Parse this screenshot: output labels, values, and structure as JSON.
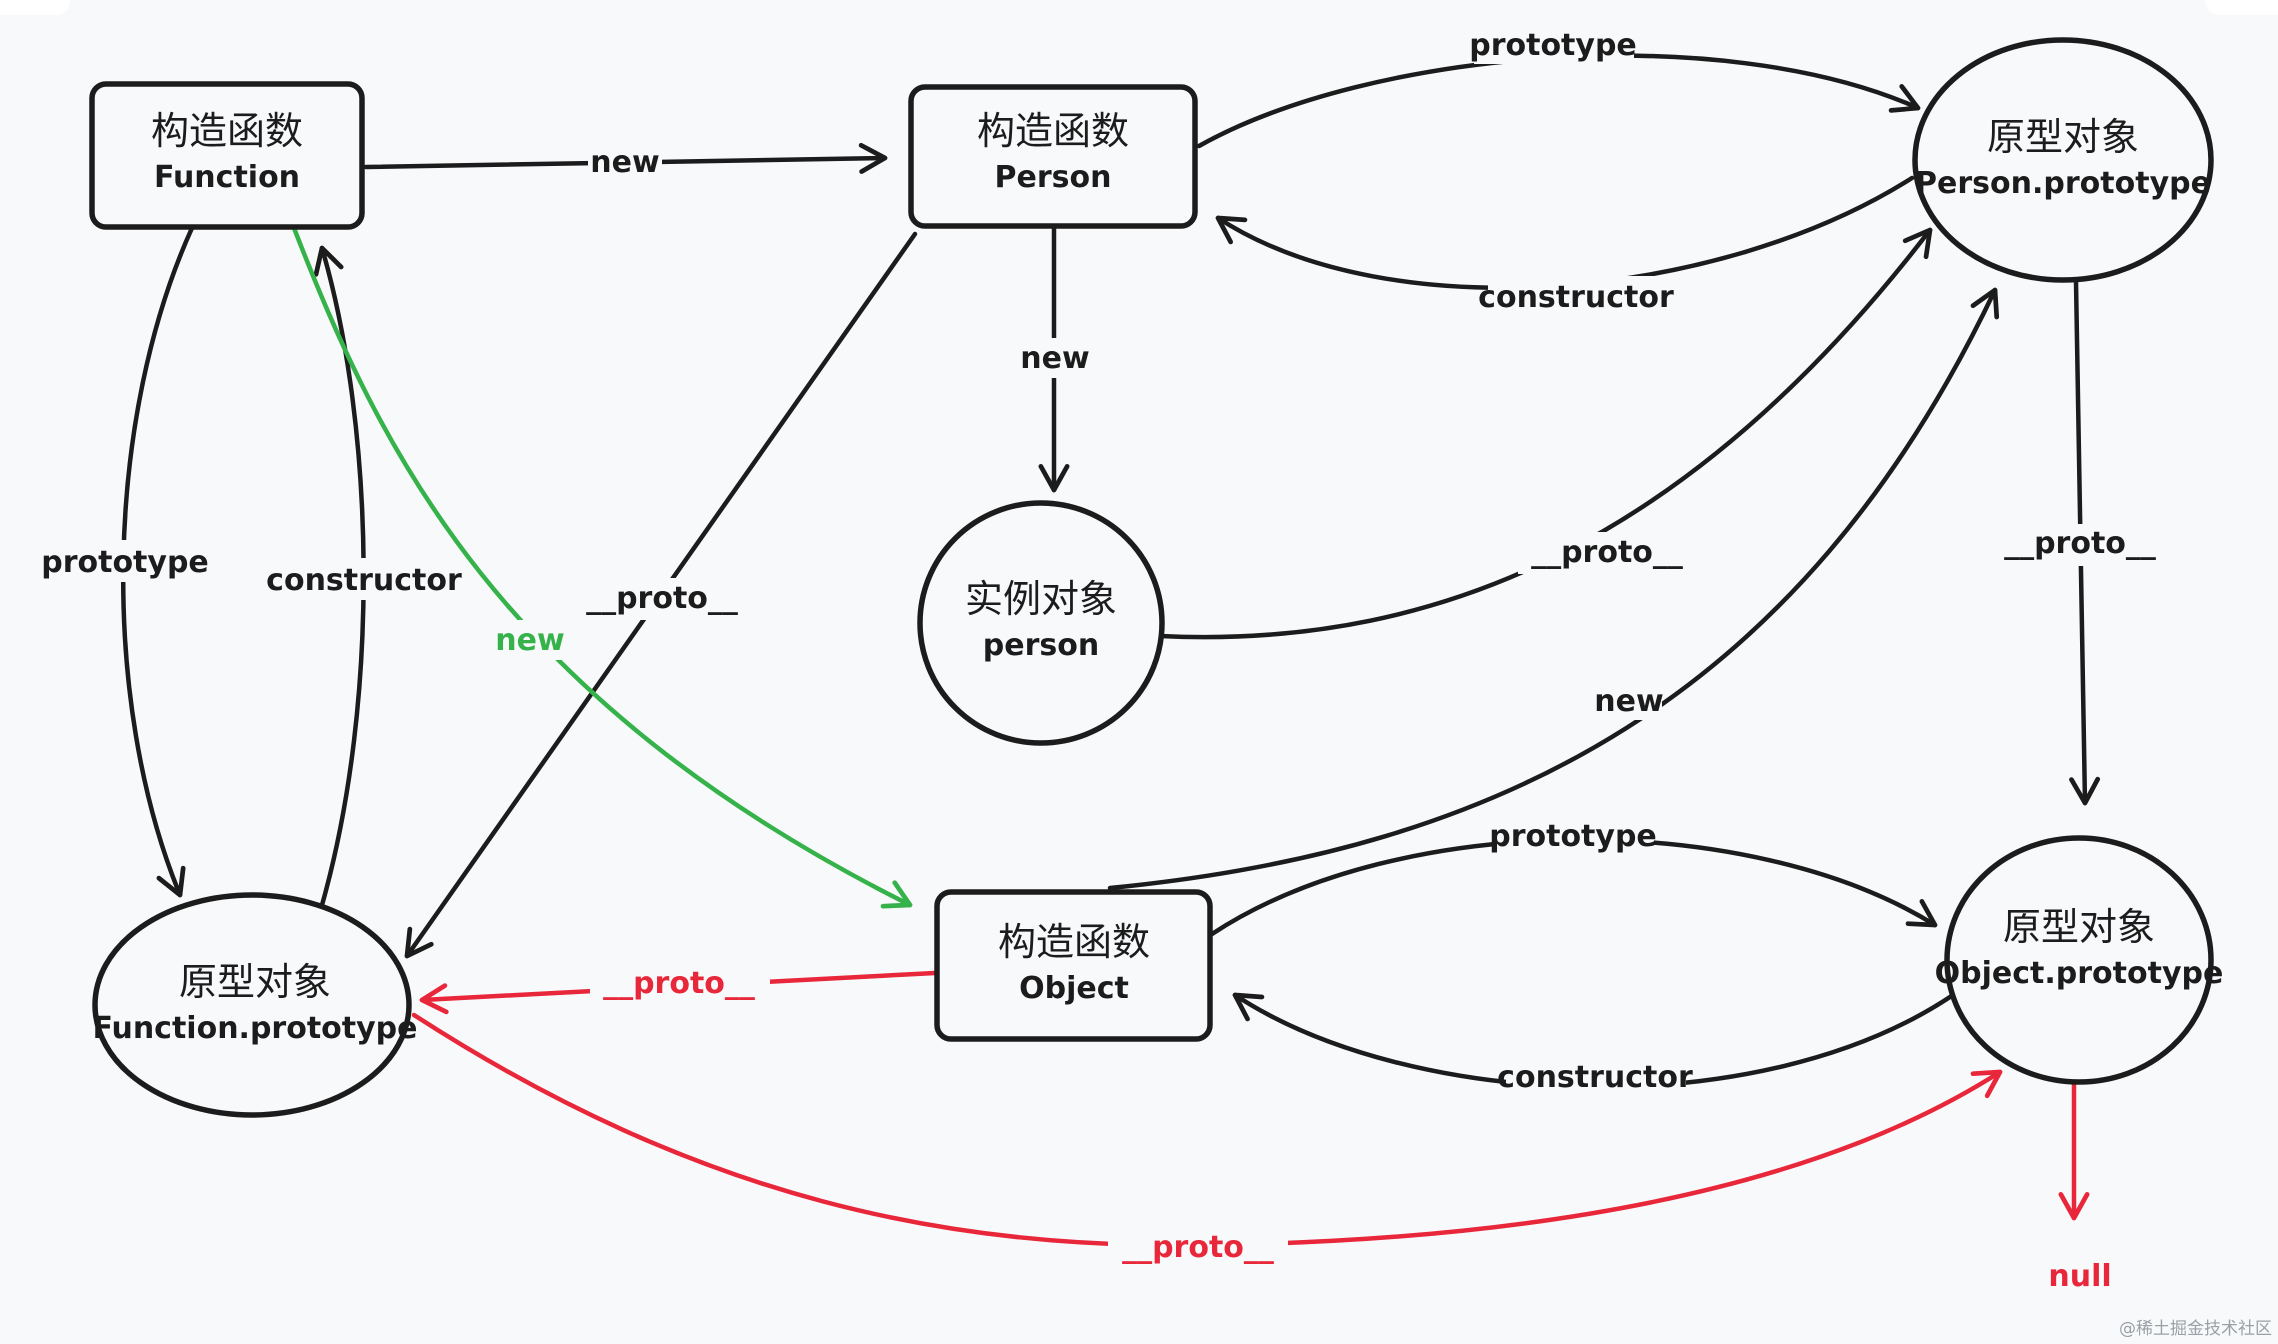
{
  "colors": {
    "black": "#1c1c1c",
    "green": "#36b24a",
    "red": "#e8273a",
    "background": "#f8f9fb"
  },
  "nodes": {
    "function_ctor": {
      "title": "构造函数",
      "subtitle": "Function"
    },
    "person_ctor": {
      "title": "构造函数",
      "subtitle": "Person"
    },
    "person_proto": {
      "title": "原型对象",
      "subtitle": "Person.prototype"
    },
    "person_instance": {
      "title": "实例对象",
      "subtitle": "person"
    },
    "function_proto": {
      "title": "原型对象",
      "subtitle": "Function.prototype"
    },
    "object_ctor": {
      "title": "构造函数",
      "subtitle": "Object"
    },
    "object_proto": {
      "title": "原型对象",
      "subtitle": "Object.prototype"
    }
  },
  "edges": {
    "function_new_person": "new",
    "person_prototype": "prototype",
    "person_constructor": "constructor",
    "person_new_instance": "new",
    "function_prototype": "prototype",
    "function_constructor": "constructor",
    "function_new_object": "new",
    "person_ctor_proto": "__proto__",
    "instance_proto": "__proto__",
    "person_proto_proto": "__proto__",
    "object_new_person_proto": "new",
    "object_prototype": "prototype",
    "object_constructor": "constructor",
    "object_ctor_proto": "__proto__",
    "function_proto_proto": "__proto__"
  },
  "terminal": {
    "null_label": "null"
  },
  "watermark": "@稀土掘金技术社区"
}
